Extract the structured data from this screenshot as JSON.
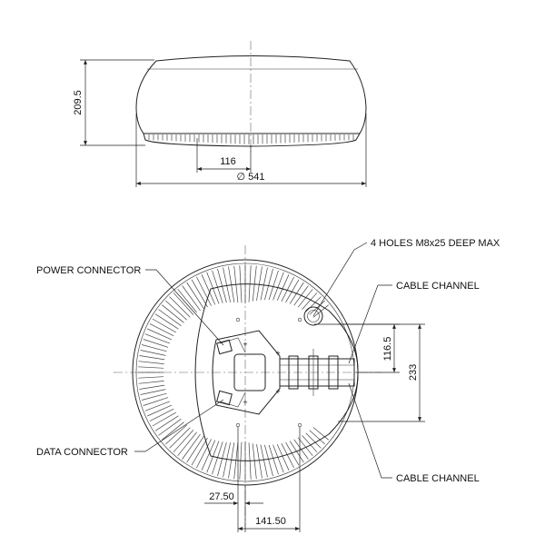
{
  "side_view": {
    "height_dim": "209.5",
    "offset_dim": "116",
    "diameter_dim": "∅ 541"
  },
  "plan_view": {
    "callouts": {
      "holes": "4 HOLES M8x25 DEEP MAX",
      "cable_channel_top": "CABLE CHANNEL",
      "power_connector": "POWER CONNECTOR",
      "data_connector": "DATA CONNECTOR",
      "cable_channel_bottom": "CABLE CHANNEL"
    },
    "dims": {
      "channel_half": "116.5",
      "channel_full": "233",
      "left_offset": "27.50",
      "center_offset": "141.50"
    }
  }
}
